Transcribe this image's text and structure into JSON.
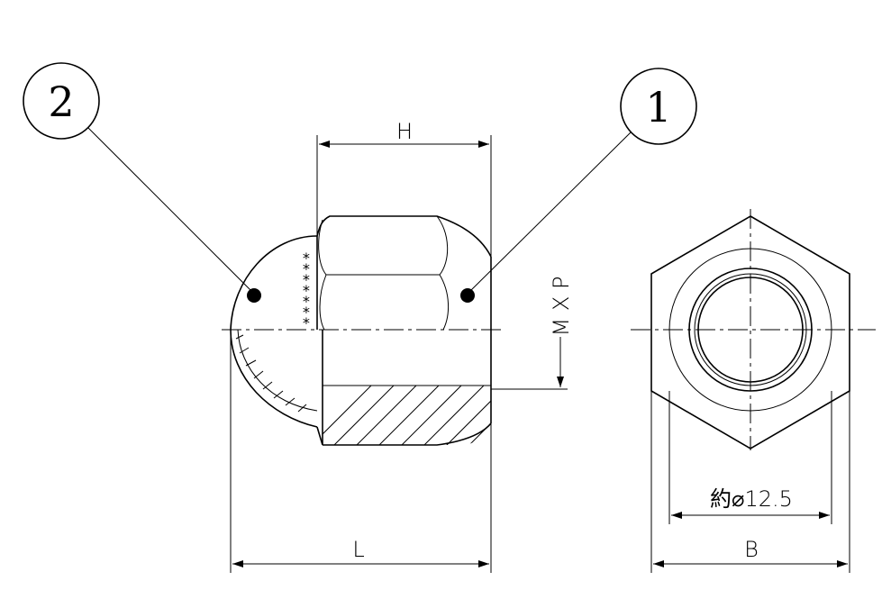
{
  "balloons": [
    {
      "id": "balloon-1",
      "label": "1"
    },
    {
      "id": "balloon-2",
      "label": "2"
    }
  ],
  "dimensions": {
    "h": "H",
    "l": "L",
    "thread": "M X P",
    "b": "B",
    "approx_diameter": "約⌀12.5"
  },
  "weld_marks": [
    "*",
    "*",
    "*",
    "*",
    "*",
    "*",
    "*"
  ]
}
